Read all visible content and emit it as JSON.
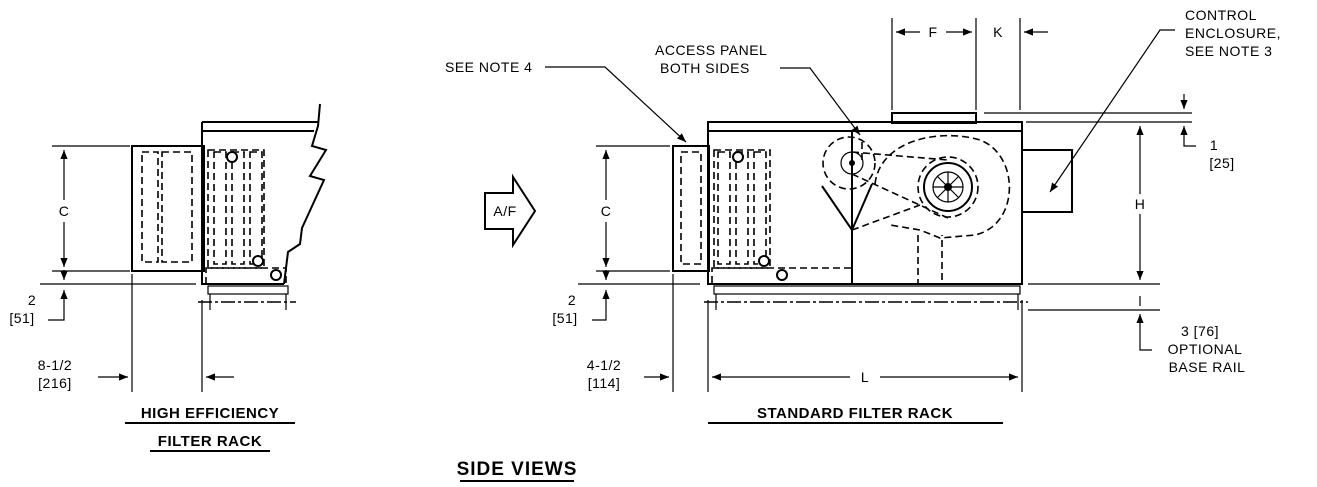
{
  "left_view": {
    "dim_c": "C",
    "dim_2": "2",
    "dim_2_mm": "[51]",
    "dim_width": "8-1/2",
    "dim_width_mm": "[216]",
    "title_line1": "HIGH EFFICIENCY",
    "title_line2": "FILTER RACK"
  },
  "right_view": {
    "note4": "SEE NOTE 4",
    "access_line1": "ACCESS PANEL",
    "access_line2": "BOTH SIDES",
    "control_line1": "CONTROL",
    "control_line2": "ENCLOSURE,",
    "control_line3": "SEE NOTE 3",
    "airflow": "A/F",
    "dim_c": "C",
    "dim_h": "H",
    "dim_f": "F",
    "dim_k": "K",
    "dim_l": "L",
    "dim_1": "1",
    "dim_1_mm": "[25]",
    "dim_2": "2",
    "dim_2_mm": "[51]",
    "dim_width": "4-1/2",
    "dim_width_mm": "[114]",
    "baserail_line1": "3 [76]",
    "baserail_line2": "OPTIONAL",
    "baserail_line3": "BASE RAIL",
    "title": "STANDARD FILTER RACK"
  },
  "main_title": "SIDE VIEWS"
}
